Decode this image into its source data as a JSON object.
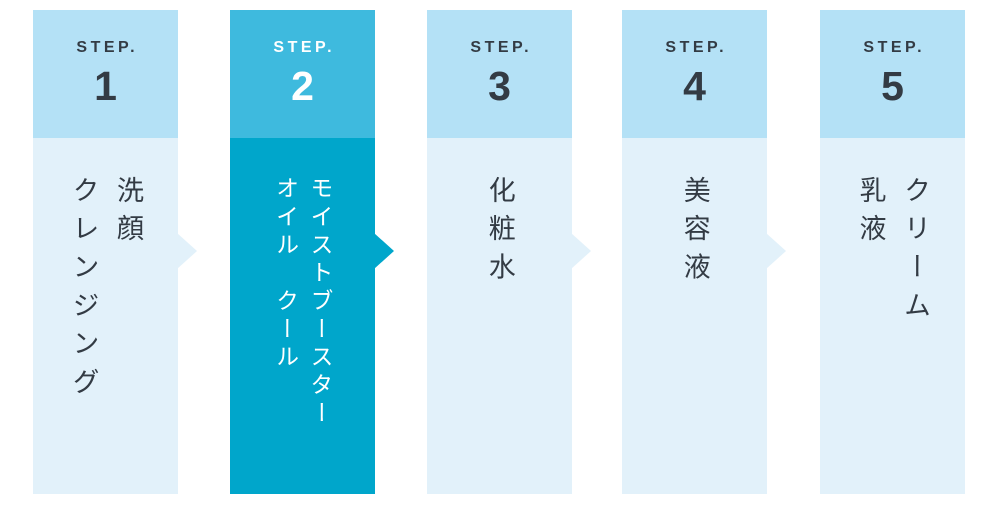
{
  "colors": {
    "header_light": "#b4e1f6",
    "body_light": "#e2f1fa",
    "header_active": "#3ebade",
    "body_active": "#00a6cb",
    "text_dark": "#333b44",
    "text_light": "#ffffff"
  },
  "steps": [
    {
      "step_label": "STEP.",
      "number": "1",
      "product": "洗顔\nクレンジング",
      "active": false
    },
    {
      "step_label": "STEP.",
      "number": "2",
      "product": "モイストブースター\nオイル　クール",
      "active": true
    },
    {
      "step_label": "STEP.",
      "number": "3",
      "product": "化粧水",
      "active": false
    },
    {
      "step_label": "STEP.",
      "number": "4",
      "product": "美容液",
      "active": false
    },
    {
      "step_label": "STEP.",
      "number": "5",
      "product": "クリーム\n乳液",
      "active": false
    }
  ]
}
